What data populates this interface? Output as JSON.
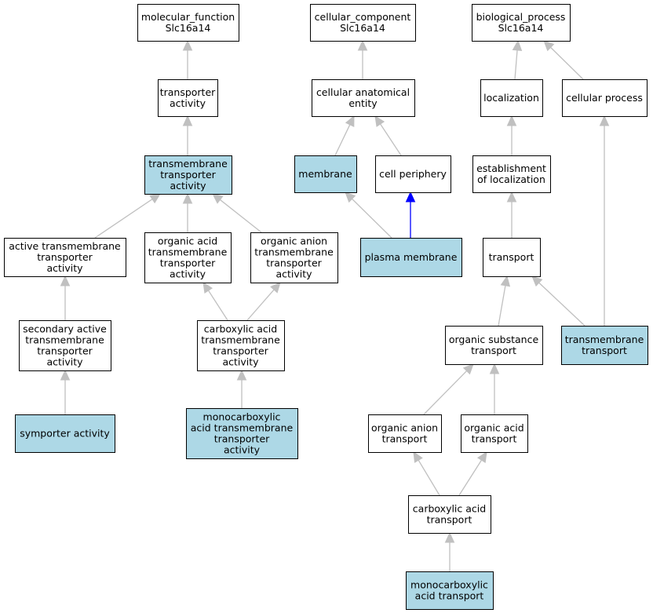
{
  "colors": {
    "highlight_fill": "#add8e6",
    "default_fill": "#ffffff",
    "border": "#000000",
    "edge_gray": "#c0c0c0",
    "edge_blue": "#0000ff"
  },
  "nodes": [
    {
      "id": "mf",
      "lines": [
        "molecular_function",
        "Slc16a14"
      ],
      "highlighted": false
    },
    {
      "id": "cc",
      "lines": [
        "cellular_component",
        "Slc16a14"
      ],
      "highlighted": false
    },
    {
      "id": "bp",
      "lines": [
        "biological_process",
        "Slc16a14"
      ],
      "highlighted": false
    },
    {
      "id": "ta",
      "lines": [
        "transporter",
        "activity"
      ],
      "highlighted": false
    },
    {
      "id": "cae",
      "lines": [
        "cellular anatomical",
        "entity"
      ],
      "highlighted": false
    },
    {
      "id": "loc",
      "lines": [
        "localization"
      ],
      "highlighted": false
    },
    {
      "id": "cp",
      "lines": [
        "cellular process"
      ],
      "highlighted": false
    },
    {
      "id": "tmta",
      "lines": [
        "transmembrane",
        "transporter",
        "activity"
      ],
      "highlighted": true
    },
    {
      "id": "mem",
      "lines": [
        "membrane"
      ],
      "highlighted": true
    },
    {
      "id": "cper",
      "lines": [
        "cell periphery"
      ],
      "highlighted": false
    },
    {
      "id": "eol",
      "lines": [
        "establishment",
        "of localization"
      ],
      "highlighted": false
    },
    {
      "id": "atta",
      "lines": [
        "active transmembrane",
        "transporter",
        "activity"
      ],
      "highlighted": false
    },
    {
      "id": "oatta",
      "lines": [
        "organic acid",
        "transmembrane",
        "transporter",
        "activity"
      ],
      "highlighted": false
    },
    {
      "id": "oanta",
      "lines": [
        "organic anion",
        "transmembrane",
        "transporter",
        "activity"
      ],
      "highlighted": false
    },
    {
      "id": "pm",
      "lines": [
        "plasma membrane"
      ],
      "highlighted": true
    },
    {
      "id": "tr",
      "lines": [
        "transport"
      ],
      "highlighted": false
    },
    {
      "id": "sata",
      "lines": [
        "secondary active",
        "transmembrane",
        "transporter",
        "activity"
      ],
      "highlighted": false
    },
    {
      "id": "catta",
      "lines": [
        "carboxylic acid",
        "transmembrane",
        "transporter",
        "activity"
      ],
      "highlighted": false
    },
    {
      "id": "ost",
      "lines": [
        "organic substance",
        "transport"
      ],
      "highlighted": false
    },
    {
      "id": "tmt",
      "lines": [
        "transmembrane",
        "transport"
      ],
      "highlighted": true
    },
    {
      "id": "sa",
      "lines": [
        "symporter activity"
      ],
      "highlighted": true
    },
    {
      "id": "mcatta",
      "lines": [
        "monocarboxylic",
        "acid transmembrane",
        "transporter",
        "activity"
      ],
      "highlighted": true
    },
    {
      "id": "oant",
      "lines": [
        "organic anion",
        "transport"
      ],
      "highlighted": false
    },
    {
      "id": "oat",
      "lines": [
        "organic acid",
        "transport"
      ],
      "highlighted": false
    },
    {
      "id": "cat",
      "lines": [
        "carboxylic acid",
        "transport"
      ],
      "highlighted": false
    },
    {
      "id": "mcat",
      "lines": [
        "monocarboxylic",
        "acid transport"
      ],
      "highlighted": true
    }
  ],
  "edges": [
    {
      "from": "ta",
      "to": "mf",
      "color": "gray"
    },
    {
      "from": "tmta",
      "to": "ta",
      "color": "gray"
    },
    {
      "from": "atta",
      "to": "tmta",
      "color": "gray"
    },
    {
      "from": "oatta",
      "to": "tmta",
      "color": "gray"
    },
    {
      "from": "oanta",
      "to": "tmta",
      "color": "gray"
    },
    {
      "from": "sata",
      "to": "atta",
      "color": "gray"
    },
    {
      "from": "sa",
      "to": "sata",
      "color": "gray"
    },
    {
      "from": "catta",
      "to": "oatta",
      "color": "gray"
    },
    {
      "from": "catta",
      "to": "oanta",
      "color": "gray"
    },
    {
      "from": "mcatta",
      "to": "catta",
      "color": "gray"
    },
    {
      "from": "cae",
      "to": "cc",
      "color": "gray"
    },
    {
      "from": "mem",
      "to": "cae",
      "color": "gray"
    },
    {
      "from": "cper",
      "to": "cae",
      "color": "gray"
    },
    {
      "from": "pm",
      "to": "mem",
      "color": "gray"
    },
    {
      "from": "pm",
      "to": "cper",
      "color": "blue"
    },
    {
      "from": "loc",
      "to": "bp",
      "color": "gray"
    },
    {
      "from": "cp",
      "to": "bp",
      "color": "gray"
    },
    {
      "from": "eol",
      "to": "loc",
      "color": "gray"
    },
    {
      "from": "tr",
      "to": "eol",
      "color": "gray"
    },
    {
      "from": "ost",
      "to": "tr",
      "color": "gray"
    },
    {
      "from": "tmt",
      "to": "tr",
      "color": "gray"
    },
    {
      "from": "tmt",
      "to": "cp",
      "color": "gray"
    },
    {
      "from": "oant",
      "to": "ost",
      "color": "gray"
    },
    {
      "from": "oat",
      "to": "ost",
      "color": "gray"
    },
    {
      "from": "cat",
      "to": "oant",
      "color": "gray"
    },
    {
      "from": "cat",
      "to": "oat",
      "color": "gray"
    },
    {
      "from": "mcat",
      "to": "cat",
      "color": "gray"
    }
  ]
}
